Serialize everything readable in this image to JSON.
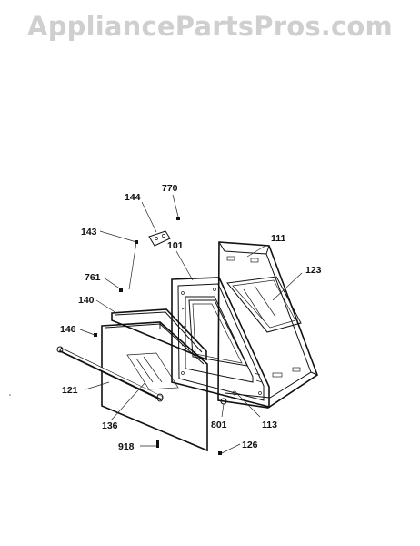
{
  "watermark": "AppliancePartsPros.com",
  "callouts": [
    {
      "id": "c144",
      "label": "144"
    },
    {
      "id": "c770",
      "label": "770"
    },
    {
      "id": "c143",
      "label": "143"
    },
    {
      "id": "c101",
      "label": "101"
    },
    {
      "id": "c111",
      "label": "111"
    },
    {
      "id": "c761",
      "label": "761"
    },
    {
      "id": "c123",
      "label": "123"
    },
    {
      "id": "c140",
      "label": "140"
    },
    {
      "id": "c146",
      "label": "146"
    },
    {
      "id": "c121",
      "label": "121"
    },
    {
      "id": "c136",
      "label": "136"
    },
    {
      "id": "c801",
      "label": "801"
    },
    {
      "id": "c113",
      "label": "113"
    },
    {
      "id": "c918",
      "label": "918"
    },
    {
      "id": "c126",
      "label": "126"
    }
  ]
}
